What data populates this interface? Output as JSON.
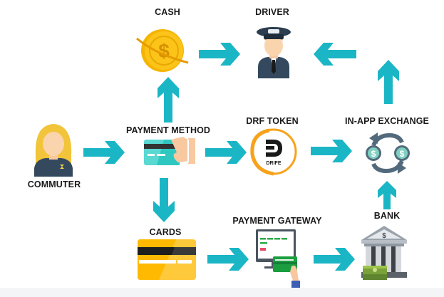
{
  "diagram": {
    "title": "DRIFE payment flow",
    "accent_color": "#1bb6c5",
    "nodes": {
      "cash": {
        "label": "CASH",
        "icon": "gold-coin-icon"
      },
      "driver": {
        "label": "DRIVER",
        "icon": "taxi-driver-icon"
      },
      "commuter": {
        "label": "COMMUTER",
        "icon": "commuter-woman-icon"
      },
      "payment_method": {
        "label": "PAYMENT METHOD",
        "icon": "hand-holding-card-icon"
      },
      "drf_token": {
        "label": "DRF TOKEN",
        "icon": "drife-token-icon",
        "token_text": "DRIFE"
      },
      "in_app_exchange": {
        "label": "IN-APP EXCHANGE",
        "icon": "currency-exchange-icon"
      },
      "cards": {
        "label": "CARDS",
        "icon": "credit-card-icon"
      },
      "payment_gateway": {
        "label": "PAYMENT GATEWAY",
        "icon": "payment-terminal-icon"
      },
      "bank": {
        "label": "BANK",
        "icon": "bank-building-icon"
      }
    },
    "edges": [
      {
        "from": "COMMUTER",
        "to": "PAYMENT METHOD"
      },
      {
        "from": "PAYMENT METHOD",
        "to": "CASH"
      },
      {
        "from": "PAYMENT METHOD",
        "to": "DRF TOKEN"
      },
      {
        "from": "PAYMENT METHOD",
        "to": "CARDS"
      },
      {
        "from": "CASH",
        "to": "DRIVER"
      },
      {
        "from": "DRF TOKEN",
        "to": "IN-APP EXCHANGE"
      },
      {
        "from": "CARDS",
        "to": "PAYMENT GATEWAY"
      },
      {
        "from": "PAYMENT GATEWAY",
        "to": "BANK"
      },
      {
        "from": "BANK",
        "to": "IN-APP EXCHANGE"
      },
      {
        "from": "IN-APP EXCHANGE",
        "to": "DRIVER"
      }
    ]
  }
}
